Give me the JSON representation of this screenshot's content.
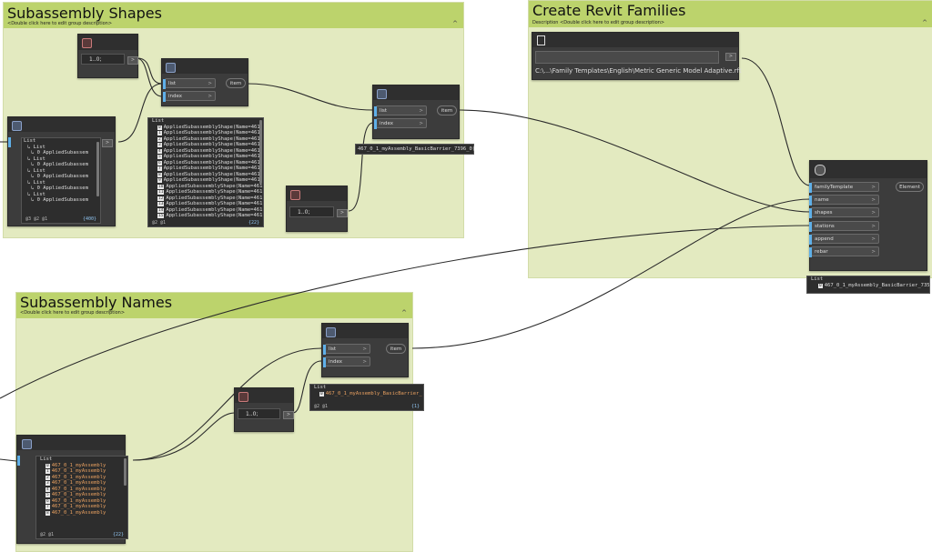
{
  "groups": {
    "shapes": {
      "title": "Subassembly Shapes",
      "desc": "<Double click here to edit group description>"
    },
    "revit": {
      "title": "Create Revit Families",
      "desc": "Description <Double click here to edit group description>"
    },
    "names": {
      "title": "Subassembly Names",
      "desc": "<Double click here to edit group description>"
    }
  },
  "code_blocks": {
    "shapes_code": {
      "value": "1..0;"
    },
    "index_code": {
      "value": "1..0;"
    },
    "names_code": {
      "value": "1..0;"
    }
  },
  "getitem_shapes": {
    "inputs": [
      "list",
      "index"
    ],
    "output": "item"
  },
  "getitem_index": {
    "inputs": [
      "list",
      "index"
    ],
    "output": "item"
  },
  "getitem_names": {
    "inputs": [
      "list",
      "index"
    ],
    "output": "item"
  },
  "family_path": {
    "text": "C:\\...\\Family Templates\\English\\Metric Generic Model Adaptive.rft"
  },
  "create_family": {
    "inputs": [
      "familyTemplate",
      "name",
      "shapes",
      "stations",
      "append",
      "rebar"
    ],
    "output": "Element"
  },
  "previews": {
    "shapes_tree": {
      "header": "List",
      "rows": [
        "List",
        "0 AppliedSubassem",
        "List",
        "0 AppliedSubassem",
        "List",
        "0 AppliedSubassem",
        "List",
        "0 AppliedSubassem",
        "List",
        "0 AppliedSubassem"
      ],
      "levels": "@3 @2 @1",
      "count": "{400}"
    },
    "shapes_list": {
      "header": "List",
      "rows": [
        "AppliedSubassemblyShape(Name=461",
        "AppliedSubassemblyShape(Name=461",
        "AppliedSubassemblyShape(Name=461",
        "AppliedSubassemblyShape(Name=461",
        "AppliedSubassemblyShape(Name=461",
        "AppliedSubassemblyShape(Name=461",
        "AppliedSubassemblyShape(Name=461",
        "AppliedSubassemblyShape(Name=461",
        "AppliedSubassemblyShape(Name=461",
        "AppliedSubassemblyShape(Name=461",
        "AppliedSubassemblyShape(Name=461",
        "AppliedSubassemblyShape(Name=461",
        "AppliedSubassemblyShape(Name=461",
        "AppliedSubassemblyShape(Name=461",
        "AppliedSubassemblyShape(Name=461",
        "AppliedSubassemblyShape(Name=461"
      ],
      "index_labels": [
        "0",
        "1",
        "2",
        "3",
        "4",
        "5",
        "6",
        "7",
        "8",
        "9",
        "10",
        "11",
        "12",
        "13",
        "14",
        "15"
      ],
      "levels": "@2 @1",
      "count": "{22}"
    },
    "shapes_item": {
      "value": "467_0_1_myAssembly_BasicBarrier_7396_0)"
    },
    "create_result": {
      "header": "List",
      "index": "0",
      "value": "467_0_1_myAssembly_BasicBarrier_735"
    },
    "names_item": {
      "header": "List",
      "index": "0",
      "value": "467_0_1_myAssembly_BasicBarrier_",
      "levels": "@2 @1",
      "count": "{1}"
    },
    "names_list": {
      "header": "List",
      "rows": [
        "467_0_1_myAssembly",
        "467_0_1_myAssembly",
        "467_0_1_myAssembly",
        "467_0_1_myAssembly",
        "467_0_1_myAssembly",
        "467_0_1_myAssembly",
        "467_0_1_myAssembly",
        "467_0_1_myAssembly",
        "467_0_1_myAssembly"
      ],
      "index_labels": [
        "0",
        "1",
        "2",
        "3",
        "4",
        "5",
        "6",
        "7",
        "8"
      ],
      "levels": "@2 @1",
      "count": "{22}"
    }
  },
  "colors": {
    "group_body": "#e3eac0",
    "group_header": "#bcd36c",
    "node": "#3c3c3c",
    "port_accent": "#5fb0e8"
  },
  "icons": [
    "code-block-icon",
    "list-getitem-icon",
    "file-path-icon",
    "create-family-icon"
  ]
}
